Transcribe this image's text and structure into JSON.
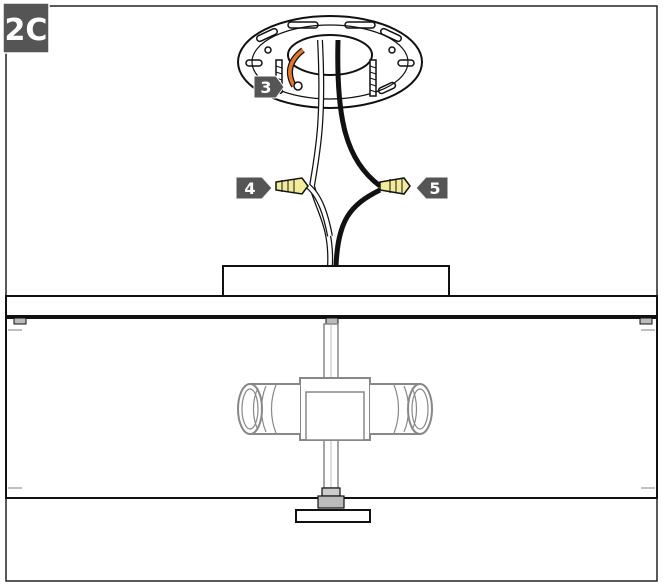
{
  "figure": {
    "step_label": "2C",
    "callouts": [
      {
        "id": "ground-wire-screw",
        "number": "3"
      },
      {
        "id": "white-wire-connector",
        "number": "4"
      },
      {
        "id": "black-wire-connector",
        "number": "5"
      }
    ]
  },
  "colors": {
    "label_box": "#555555",
    "label_text": "#ffffff",
    "line": "#111111",
    "wire_connector": "#f2ec9a",
    "ground_wire": "#e3782a",
    "hidden_line": "#aaaaaa"
  }
}
